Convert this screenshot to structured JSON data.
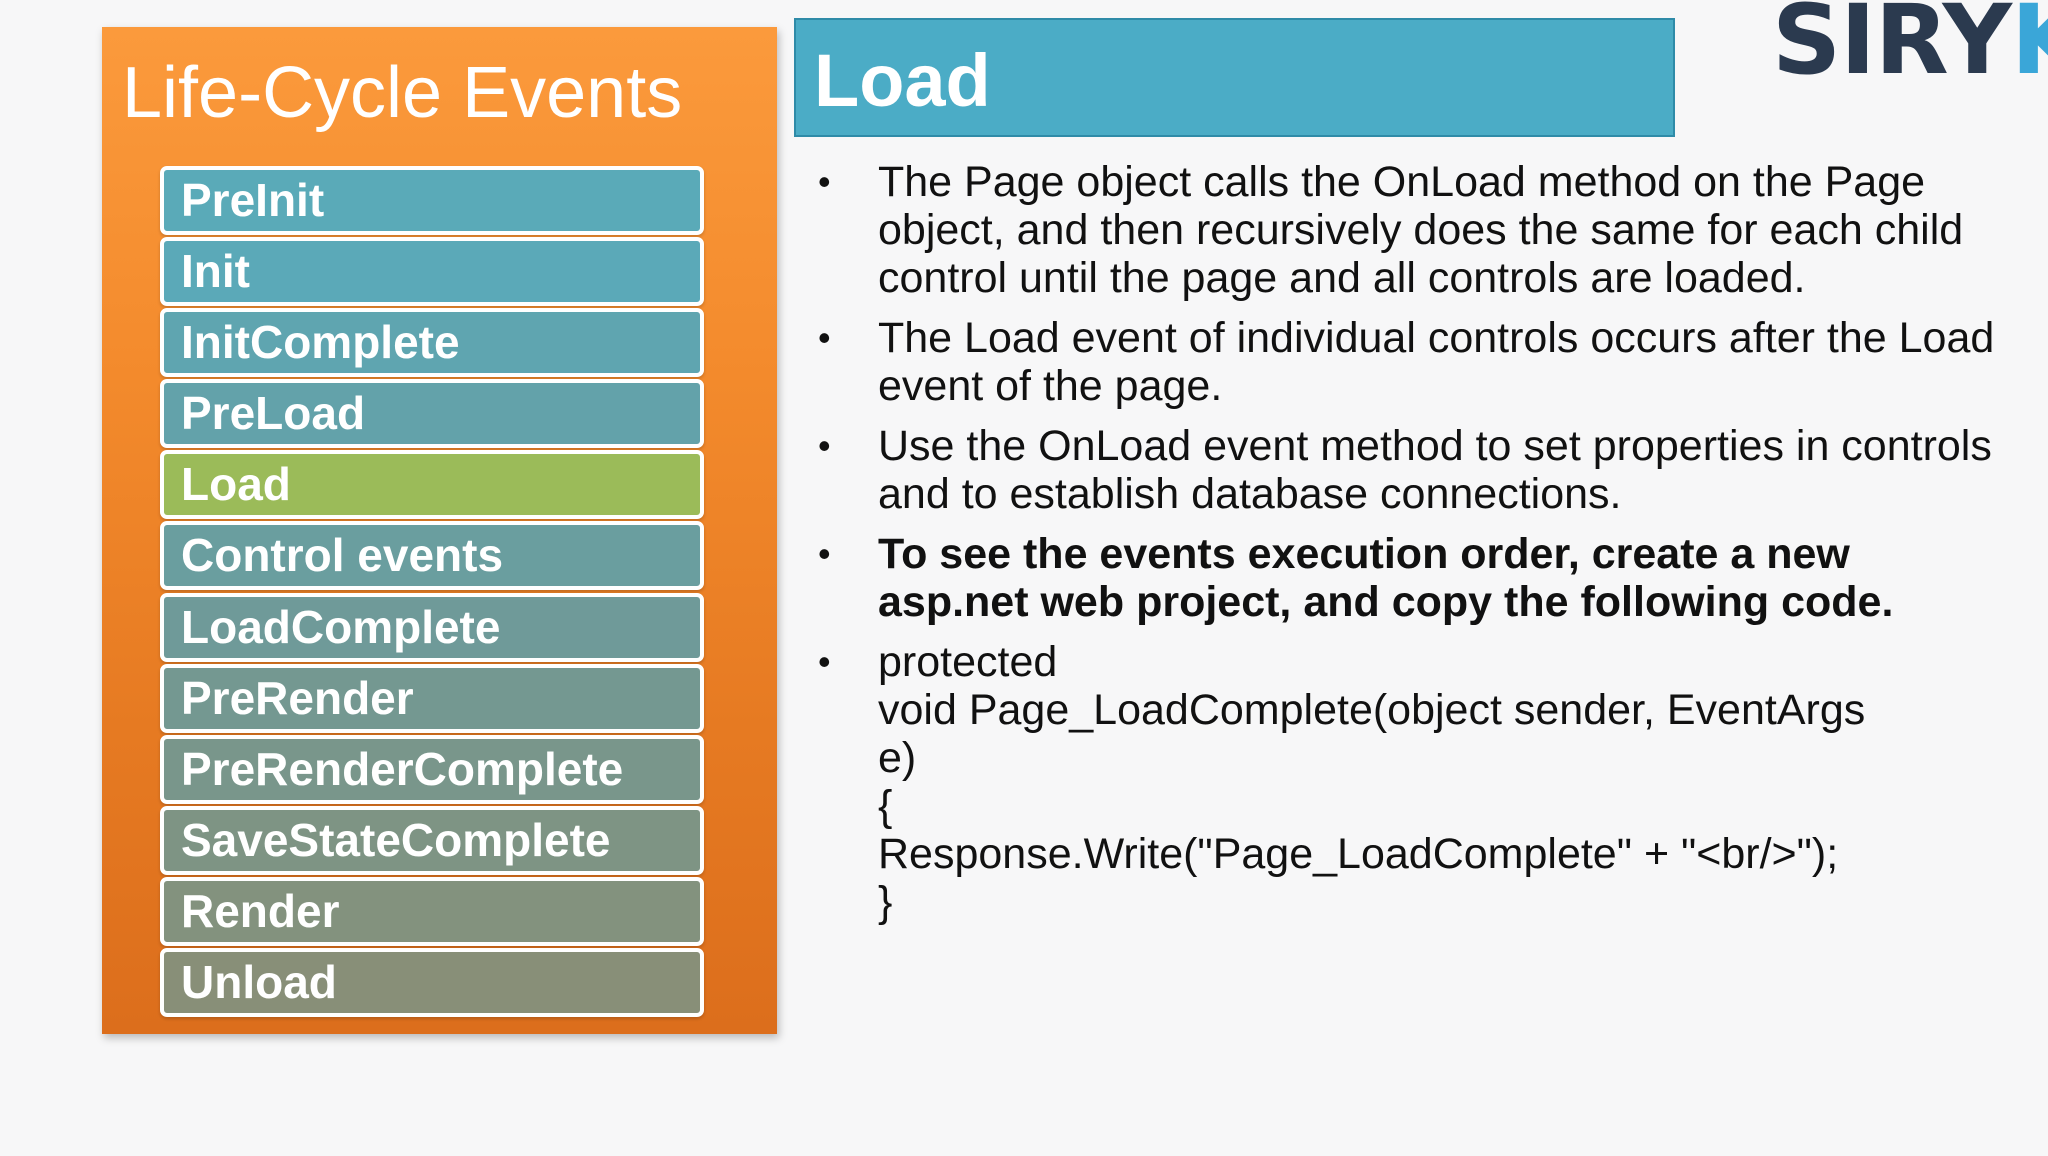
{
  "left_panel": {
    "title": "Life-Cycle Events",
    "events": [
      {
        "label": "PreInit",
        "color": "#5aaab8"
      },
      {
        "label": "Init",
        "color": "#5ba9b8"
      },
      {
        "label": "InitComplete",
        "color": "#5fa5b0"
      },
      {
        "label": "PreLoad",
        "color": "#63a2aa"
      },
      {
        "label": "Load",
        "color": "#9bbb59",
        "active": true
      },
      {
        "label": "Control events",
        "color": "#6a9e9f"
      },
      {
        "label": "LoadComplete",
        "color": "#6f9a99"
      },
      {
        "label": "PreRender",
        "color": "#749891"
      },
      {
        "label": "PreRenderComplete",
        "color": "#79968b"
      },
      {
        "label": "SaveStateComplete",
        "color": "#7e9484"
      },
      {
        "label": "Render",
        "color": "#83927e"
      },
      {
        "label": "Unload",
        "color": "#888f78"
      }
    ]
  },
  "main": {
    "title": "Load",
    "bullets": [
      {
        "text": "The Page object calls the OnLoad method on the Page object, and then recursively does the same for each child control until the page and all controls are loaded.",
        "bold": false
      },
      {
        "text": "The Load event of individual controls occurs after the Load event of the page.",
        "bold": false
      },
      {
        "text": "Use the OnLoad event method to set properties in controls and to establish database connections.",
        "bold": false
      },
      {
        "text": "To see the events execution order, create a new asp.net web project, and copy the following code.",
        "bold": true
      }
    ],
    "code_bullet": {
      "lines": [
        "protected",
        "void Page_LoadComplete(object sender, EventArgs",
        "e)",
        "{",
        "Response.Write(\"Page_LoadComplete\" + \"<br/>\");",
        "}"
      ]
    },
    "bullet_symbol": "•"
  },
  "logo": {
    "part1": "SIRY",
    "part2": "KT",
    "color1": "#2b3a4f",
    "color2": "#3aa6d8"
  }
}
